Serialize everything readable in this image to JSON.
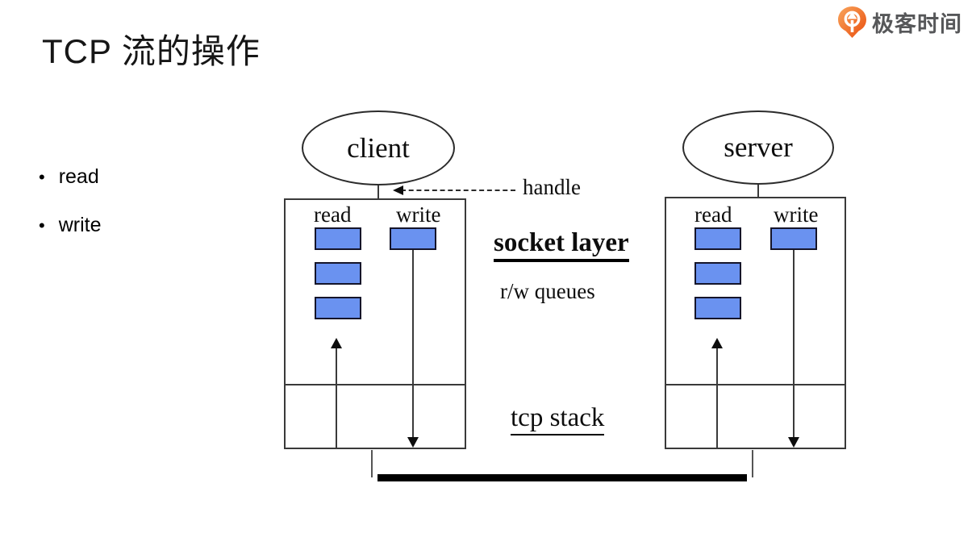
{
  "slide": {
    "title": "TCP 流的操作"
  },
  "logo": {
    "text": "极客时间",
    "icon": "geektime-pin-icon"
  },
  "bullets": {
    "items": [
      {
        "label": "read"
      },
      {
        "label": "write"
      }
    ]
  },
  "diagram": {
    "client": {
      "title": "client",
      "read_label": "read",
      "write_label": "write",
      "read_queue_count": 3,
      "write_queue_count": 1
    },
    "server": {
      "title": "server",
      "read_label": "read",
      "write_label": "write",
      "read_queue_count": 3,
      "write_queue_count": 1
    },
    "labels": {
      "handle": "handle",
      "socket_layer": "socket layer",
      "rw_queues": "r/w queues",
      "tcp_stack": "tcp stack"
    },
    "colors": {
      "queue_fill": "#6A92F0",
      "logo_orange": "#F05A12",
      "logo_text_gray": "#565759",
      "network_bar": "#000000"
    }
  }
}
